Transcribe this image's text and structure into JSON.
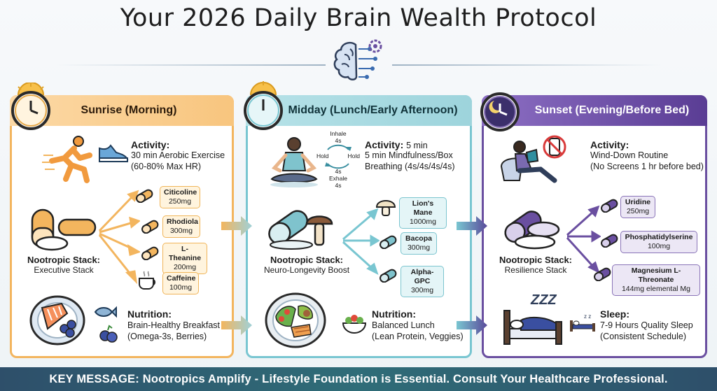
{
  "title": "Your 2026 Daily Brain Wealth Protocol",
  "sections": [
    {
      "heading": "Sunrise (Morning)",
      "activity_label": "Activity:",
      "activity_lines": [
        "30 min Aerobic Exercise",
        "(60-80% Max HR)"
      ],
      "stack_label": "Nootropic Stack:",
      "stack_name": "Executive Stack",
      "supplements": [
        {
          "name": "Citicoline",
          "dose": "250mg"
        },
        {
          "name": "Rhodiola",
          "dose": "300mg"
        },
        {
          "name": "L-Theanine",
          "dose": "200mg"
        },
        {
          "name": "Caffeine",
          "dose": "100mg"
        }
      ],
      "nutrition_label": "Nutrition:",
      "nutrition_lines": [
        "Brain-Healthy Breakfast",
        "(Omega-3s, Berries)"
      ]
    },
    {
      "heading": "Midday (Lunch/Early Afternoon)",
      "activity_label": "Activity:",
      "activity_inline": "5 min",
      "activity_lines": [
        "5 min Mindfulness/Box",
        "Breathing (4s/4s/4s/4s)"
      ],
      "breath": {
        "inhale": "Inhale",
        "inhale_s": "4s",
        "hold_l": "Hold",
        "hold_r": "Hold",
        "exhale_s": "4s",
        "exhale": "Exhale",
        "exhale_s2": "4s"
      },
      "stack_label": "Nootropic Stack:",
      "stack_name": "Neuro-Longevity Boost",
      "supplements": [
        {
          "name": "Lion's Mane",
          "dose": "1000mg"
        },
        {
          "name": "Bacopa",
          "dose": "300mg"
        },
        {
          "name": "Alpha-GPC",
          "dose": "300mg"
        }
      ],
      "nutrition_label": "Nutrition:",
      "nutrition_lines": [
        "Balanced Lunch",
        "(Lean Protein, Veggies)"
      ]
    },
    {
      "heading": "Sunset (Evening/Before Bed)",
      "activity_label": "Activity:",
      "activity_lines": [
        "Wind-Down Routine",
        "(No Screens 1 hr before bed)"
      ],
      "stack_label": "Nootropic Stack:",
      "stack_name": "Resilience Stack",
      "supplements": [
        {
          "name": "Uridine",
          "dose": "250mg"
        },
        {
          "name": "Phosphatidylserine",
          "dose": "100mg"
        },
        {
          "name": "Magnesium L-Threonate",
          "dose": "144mg elemental Mg"
        }
      ],
      "sleep_label": "Sleep:",
      "sleep_lines": [
        "7-9 Hours Quality Sleep",
        "(Consistent Schedule)"
      ],
      "zzz": "ZZZ"
    }
  ],
  "key_message": "KEY MESSAGE: Nootropics Amplify - Lifestyle Foundation is Essential. Consult Your Healthcare Professional.",
  "colors": {
    "morning": "#f3b55e",
    "midday": "#79c6d1",
    "evening": "#6a4fa0",
    "footer": "#2f6d78"
  }
}
